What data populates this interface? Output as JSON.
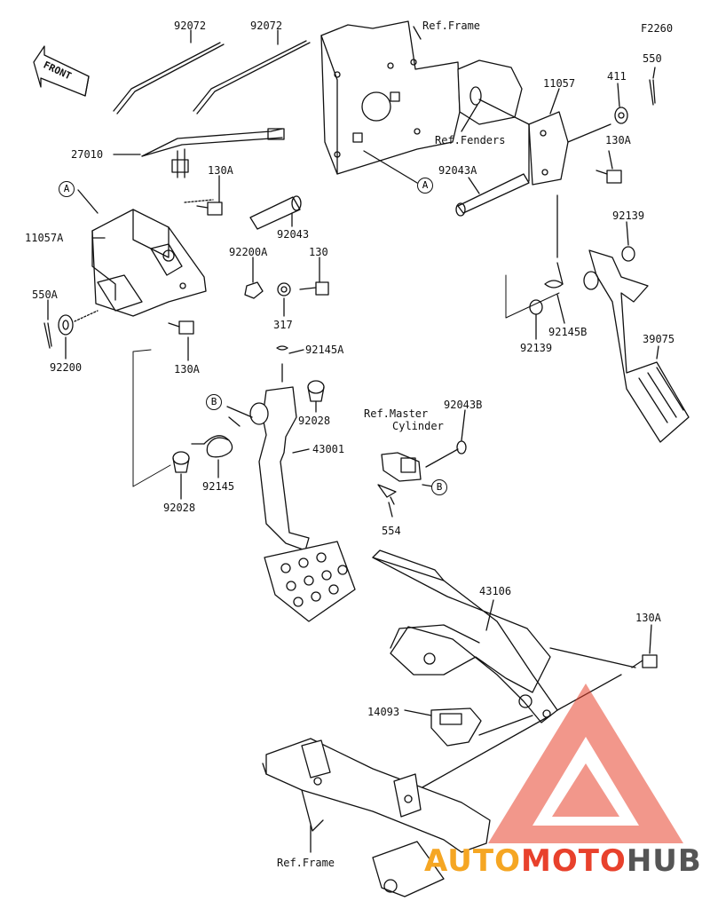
{
  "figure_code": "F2260",
  "front_label": "FRONT",
  "labels": {
    "p92072_a": "92072",
    "p92072_b": "92072",
    "p27010": "27010",
    "p130A_1": "130A",
    "p11057A": "11057A",
    "p92043": "92043",
    "p92200A": "92200A",
    "p130": "130",
    "p550A": "550A",
    "p92200": "92200",
    "p317": "317",
    "p130A_2": "130A",
    "p92145A": "92145A",
    "p92028_a": "92028",
    "p43001": "43001",
    "p92145": "92145",
    "p92028_b": "92028",
    "ref_frame_top": "Ref.Frame",
    "ref_fenders": "Ref.Fenders",
    "p11057": "11057",
    "p411": "411",
    "p550": "550",
    "p130A_3": "130A",
    "p92043A": "92043A",
    "p92139_a": "92139",
    "p92145B": "92145B",
    "p92139_b": "92139",
    "p39075": "39075",
    "ref_master_1": "Ref.Master",
    "ref_master_2": "Cylinder",
    "p92043B": "92043B",
    "p554": "554",
    "p43106": "43106",
    "p130A_4": "130A",
    "p14093": "14093",
    "ref_frame_bottom": "Ref.Frame"
  },
  "callouts": {
    "A1": "A",
    "A2": "A",
    "B1": "B",
    "B2": "B"
  },
  "watermark": {
    "part1": "AUTO",
    "part2": "MOTO",
    "part3": "HUB"
  },
  "colors": {
    "line": "#111111",
    "wm_orange": "#f5a623",
    "wm_red": "#e8412c",
    "wm_gray": "#555555"
  }
}
